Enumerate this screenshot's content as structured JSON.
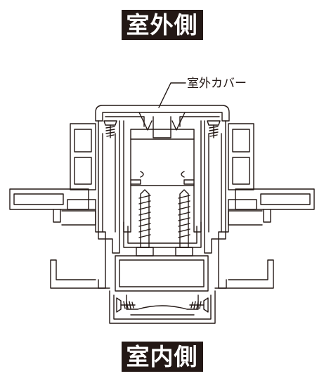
{
  "labels": {
    "exterior_side": "室外側",
    "interior_side": "室内側",
    "callout": "室外カバー"
  },
  "colors": {
    "line": "#231815",
    "label_background": "#231815",
    "label_text": "#ffffff",
    "background": "#ffffff"
  },
  "components": {
    "screws": 6,
    "long_screws": 2
  }
}
